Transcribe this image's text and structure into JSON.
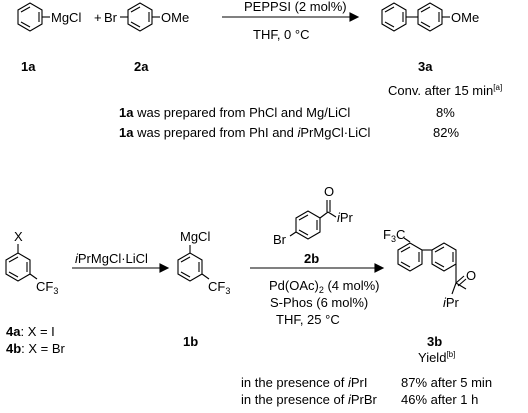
{
  "top_scheme": {
    "reagent1_group": "MgCl",
    "plus": "+",
    "reagent2_br": "Br",
    "reagent2_group": "OMe",
    "conditions_above": "PEPPSI (2 mol%)",
    "conditions_below": "THF, 0 °C",
    "product_group": "OMe",
    "label_1a": "1a",
    "label_2a": "2a",
    "label_3a": "3a",
    "conv_header_text": "Conv. after 15 min",
    "conv_header_note": "[a]",
    "rows": [
      {
        "compound": "1a",
        "text": " was prepared from PhCl and Mg/LiCl",
        "value": "8%"
      },
      {
        "compound": "1a",
        "text_prefix": " was prepared from PhI and ",
        "text_italic": "i",
        "text_suffix": "PrMgCl·LiCl",
        "value": "82%"
      }
    ]
  },
  "bottom_scheme": {
    "start_x": "X",
    "start_cf3": "CF",
    "start_cf3_sub": "3",
    "arrow1_italic": "i",
    "arrow1_rest": "PrMgCl·LiCl",
    "int_group": "MgCl",
    "int_cf3": "CF",
    "int_cf3_sub": "3",
    "ketone_o": "O",
    "ketone_ipr_italic": "i",
    "ketone_ipr_rest": "Pr",
    "ketone_br": "Br",
    "label_2b": "2b",
    "cond_line1_prefix": "Pd(OAc)",
    "cond_line1_sub": "2",
    "cond_line1_suffix": " (4 mol%)",
    "cond_line2": "S-Phos (6 mol%)",
    "cond_line3": "THF, 25 °C",
    "prod_f3c": "F",
    "prod_f3c_sub": "3",
    "prod_f3c_c": "C",
    "prod_o": "O",
    "prod_ipr_italic": "i",
    "prod_ipr_rest": "Pr",
    "label_4a_bold": "4a",
    "label_4a_rest": ": X = I",
    "label_4b_bold": "4b",
    "label_4b_rest": ": X = Br",
    "label_1b": "1b",
    "label_3b": "3b",
    "yield_text": "Yield",
    "yield_note": "[b]",
    "rows": [
      {
        "prefix": "in the presence of ",
        "italic": "i",
        "rest": "PrI",
        "value": "87% after 5 min"
      },
      {
        "prefix": "in the presence of ",
        "italic": "i",
        "rest": "PrBr",
        "value": "46% after 1 h"
      }
    ]
  }
}
